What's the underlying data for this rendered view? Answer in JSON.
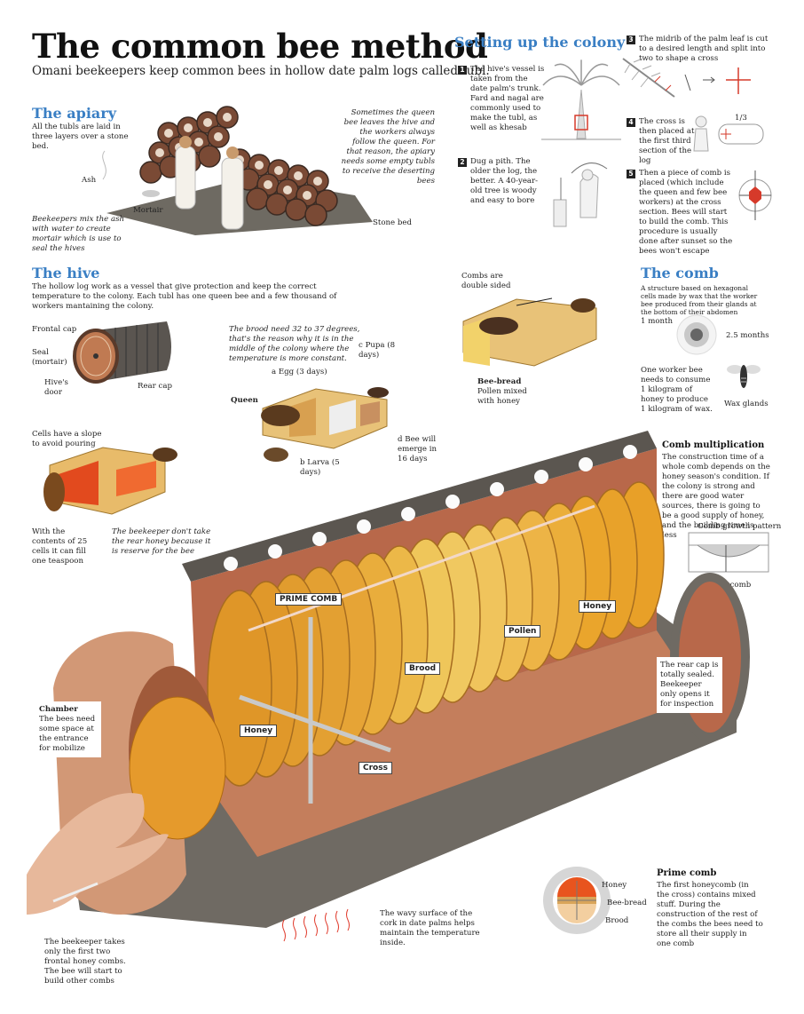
{
  "title": "The common bee method",
  "subtitle": "Omani beekeepers keep common bees in hollow date palm logs called tubl.",
  "apiary": {
    "heading": "The apiary",
    "intro": "All the tubls are laid in three layers over a stone bed.",
    "ash": "Ash",
    "mortair": "Mortair",
    "ash_note": "Beekeepers mix the ash with water to create mortair which is use to seal the hives",
    "queen_note": "Sometimes the queen bee leaves the hive and the workers always follow the queen. For that reason, the apiary needs some empty tubls to receive the deserting bees",
    "stone_bed": "Stone bed"
  },
  "setup": {
    "heading": "Setting up the colony",
    "steps": [
      {
        "n": "1",
        "text": "The hive's vessel is taken from the date palm's trunk. Fard and nagal are commonly used to make the tubl, as well as khesab"
      },
      {
        "n": "2",
        "text": "Dug a pith. The older the log, the better. A 40-year- old tree is woody and easy to bore"
      },
      {
        "n": "3",
        "text": "The midrib of the palm leaf is cut to a desired length and split into two to shape a cross"
      },
      {
        "n": "4",
        "text": "The cross is then placed at the first third section of the log"
      },
      {
        "n": "5",
        "text": "Then a piece of comb is placed (which include the queen and few bee workers) at the cross section. Bees will start to build the comb. This procedure is usually done after sunset so the bees won't escape"
      }
    ],
    "fraction": "1/3"
  },
  "hive": {
    "heading": "The hive",
    "intro": "The hollow log work as a vessel that give protection and keep the correct temperature to the colony. Each tubl has one queen bee and a few thousand of workers mantaining the colony.",
    "frontal_cap": "Frontal cap",
    "seal": "Seal (mortair)",
    "hives_door": "Hive's door",
    "rear_cap": "Rear cap",
    "cells_slope": "Cells have a slope to avoid pouring",
    "teaspoon": "With the contents of 25 cells it can fill one teaspoon",
    "rear_honey": "The beekeeper don't take the rear honey because it is reserve for the bee"
  },
  "brood": {
    "note": "The brood need 32 to 37 degrees, that's the reason why it is in the middle of the colony where the temperature is more constant.",
    "egg": "Egg (3 days)",
    "pupa": "Pupa (8 days)",
    "larva": "Larva (5 days)",
    "queen": "Queen",
    "emerge": "Bee will emerge in 16 days",
    "letters": [
      "a",
      "b",
      "c",
      "d"
    ]
  },
  "combs": {
    "double_sided": "Combs are double sided",
    "bee_bread": "Bee-bread",
    "bee_bread_desc": "Pollen mixed with honey"
  },
  "comb": {
    "heading": "The comb",
    "intro": "A structure based on hexagonal cells made by wax that the worker bee produced from their glands at the bottom of their abdomen",
    "one_month": "1 month",
    "two_half_months": "2.5 months",
    "consume": "One worker bee needs to consume 1 kilogram of honey to produce 1 kilogram of wax.",
    "wax_glands": "Wax glands"
  },
  "multiplication": {
    "heading": "Comb multiplication",
    "text": "The construction time of a whole comb depends on the honey season's condition. If the colony is strong and there are good water sources, there is going to be a good supply of honey, and the building time is less",
    "pattern": "Comb growth pattern",
    "prime_comb": "Prime comb"
  },
  "main": {
    "prime_comb": "PRIME COMB",
    "honey_front": "Honey",
    "brood": "Brood",
    "pollen": "Pollen",
    "honey_rear": "Honey",
    "cross": "Cross",
    "chamber": "Chamber",
    "chamber_desc": "The bees need some space at the entrance for mobilize",
    "rear_cap": "The rear cap is totally sealed. Beekeeper only opens it for inspection",
    "beekeeper_takes": "The beekeeper takes only the first two frontal honey combs. The bee will start to build other combs",
    "wavy": "The wavy surface of the cork in date palms helps maintain the temperature inside."
  },
  "prime": {
    "heading": "Prime comb",
    "text": "The first honeycomb (in the cross) contains mixed stuff. During the construction of the rest of the combs the bees need to store all their supply in one comb",
    "honey": "Honey",
    "bee_bread": "Bee-bread",
    "brood": "Brood"
  }
}
